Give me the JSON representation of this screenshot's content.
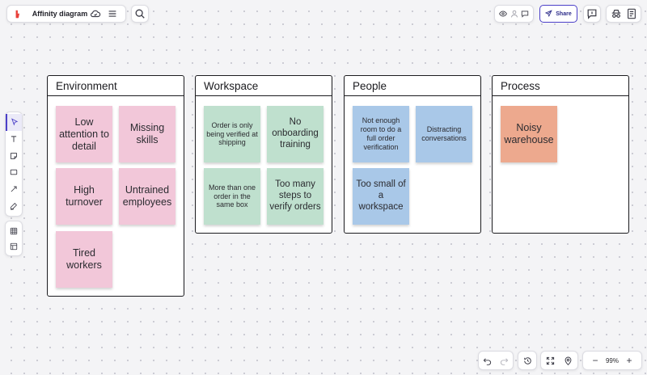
{
  "toolbar": {
    "doc_title": "Affinity diagram",
    "share_label": "Share"
  },
  "frames": [
    {
      "title": "Environment",
      "notes": [
        {
          "text": "Low attention to detail",
          "color": "pink"
        },
        {
          "text": "Missing skills",
          "color": "pink"
        },
        {
          "text": "High turnover",
          "color": "pink"
        },
        {
          "text": "Untrained employees",
          "color": "pink"
        },
        {
          "text": "Tired workers",
          "color": "pink"
        }
      ]
    },
    {
      "title": "Workspace",
      "notes": [
        {
          "text": "Order is only being verified at shipping",
          "color": "green"
        },
        {
          "text": "No onboarding training",
          "color": "green"
        },
        {
          "text": "More than one order in the same box",
          "color": "green"
        },
        {
          "text": "Too many steps to verify orders",
          "color": "green"
        }
      ]
    },
    {
      "title": "People",
      "notes": [
        {
          "text": "Not enough room to do a full order verification",
          "color": "blue"
        },
        {
          "text": "Distracting conversations",
          "color": "blue"
        },
        {
          "text": "Too small of a workspace",
          "color": "blue"
        }
      ]
    },
    {
      "title": "Process",
      "notes": [
        {
          "text": "Noisy warehouse",
          "color": "orange"
        }
      ]
    }
  ],
  "zoom": {
    "level": "99%",
    "minus": "−",
    "plus": "+"
  },
  "colors": {
    "pink": "#f2c7d9",
    "green": "#bfe0ce",
    "blue": "#a9c8e8",
    "orange": "#eda98e",
    "accent": "#4b3fc8",
    "logo": "#e8413b"
  },
  "icons": {
    "logo": "app-logo",
    "cloud": "cloud-icon",
    "menu": "menu-icon",
    "search": "search-icon",
    "eye": "eye-icon",
    "person": "person-icon",
    "chat": "chat-icon",
    "send": "send-icon",
    "comments": "comment-icon",
    "spy": "incognito-icon",
    "notes": "notes-icon",
    "pointer": "pointer-icon",
    "text": "text-icon",
    "sticky": "sticky-note-icon",
    "shape": "rectangle-icon",
    "connector": "connector-icon",
    "pen": "pen-icon",
    "grid": "grid-icon",
    "template": "template-icon",
    "undo": "undo-icon",
    "redo": "redo-icon",
    "history": "history-icon",
    "fit": "fit-screen-icon",
    "locate": "location-icon"
  }
}
